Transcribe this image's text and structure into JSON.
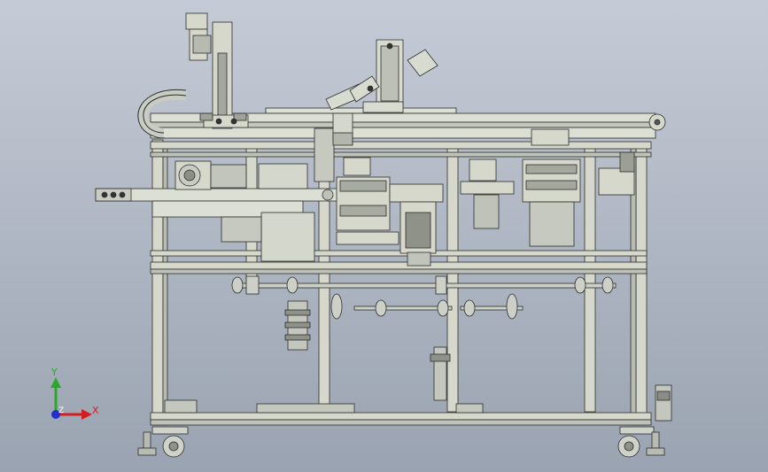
{
  "viewport": {
    "background_top": "#c5cbd6",
    "background_bottom": "#9aa3b1"
  },
  "model": {
    "frame_color": "#d6d8cc",
    "frame_dark": "#8d9088",
    "line_color": "#2b2e2b",
    "metal_color": "#c8cbc4"
  },
  "triad": {
    "x_label": "X",
    "y_label": "Y",
    "z_label": "Z",
    "x_color": "#d21e1e",
    "y_color": "#2aa82a",
    "z_color": "#2030c8"
  }
}
